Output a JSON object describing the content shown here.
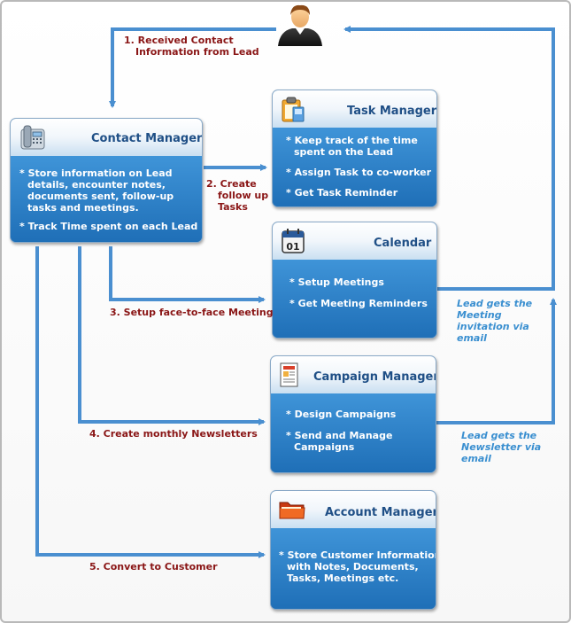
{
  "contact_manager": {
    "title": "Contact Manager",
    "items": [
      [
        "* Store information on Lead",
        "  details, encounter notes,",
        "  documents sent, follow-up",
        "  tasks and meetings."
      ],
      [
        "* Track Time spent on each Lead"
      ]
    ]
  },
  "task_manager": {
    "title": "Task Manager",
    "items": [
      [
        "* Keep track of the time",
        "  spent on the Lead"
      ],
      [
        "* Assign Task to co-worker"
      ],
      [
        "* Get Task Reminder"
      ]
    ]
  },
  "calendar": {
    "title": "Calendar",
    "icon_text": "01",
    "items": [
      [
        "* Setup Meetings"
      ],
      [
        "* Get Meeting Reminders"
      ]
    ]
  },
  "campaign_manager": {
    "title": "Campaign Manager",
    "items": [
      [
        "* Design Campaigns"
      ],
      [
        "* Send and Manage",
        "  Campaigns"
      ]
    ]
  },
  "account_manager": {
    "title": "Account Manager",
    "items": [
      [
        "* Store Customer Information",
        "  with Notes, Documents,",
        "  Tasks, Meetings etc."
      ]
    ]
  },
  "steps": {
    "step1": [
      "1. Received Contact",
      "Information from Lead"
    ],
    "step2": [
      "2. Create",
      "follow up",
      "Tasks"
    ],
    "step3": "3. Setup face-to-face Meeting",
    "step4": "4. Create monthly Newsletters",
    "step5": "5. Convert to Customer"
  },
  "notes": {
    "meeting": [
      "Lead gets the",
      "Meeting",
      "invitation via",
      "email"
    ],
    "newsletter": [
      "Lead gets the",
      "Newsletter via",
      "email"
    ]
  },
  "colors": {
    "arrow": "#4a8fd0",
    "step_label": "#8a1616",
    "note_label": "#3a8fd0",
    "box_title": "#1f4f86"
  }
}
